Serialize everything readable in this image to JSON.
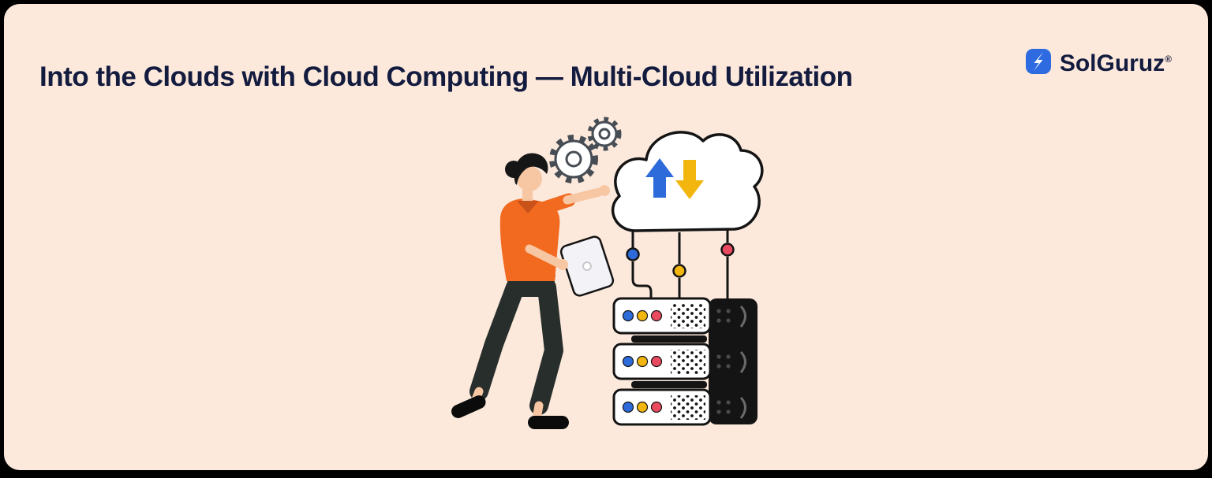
{
  "header": {
    "title": "Into the Clouds with Cloud Computing — Multi-Cloud Utilization"
  },
  "logo": {
    "brand": "SolGuruz",
    "registered": "®"
  },
  "colors": {
    "frame": "#000000",
    "card_background": "#FCE9DC",
    "title_text": "#131B3E",
    "brand_blue": "#2E6BE0",
    "blue": "#2D6BDB",
    "yellow": "#F2B60E",
    "red": "#E94A5F",
    "orange": "#F26A1F",
    "collar_orange": "#C9511A",
    "skin": "#F7C6A3",
    "hair": "#161616",
    "pants": "#272E2C",
    "outline": "#141414"
  },
  "illustration": {
    "icons": [
      "gear-icon",
      "gear-icon-small",
      "cloud-icon",
      "upload-arrow-icon",
      "download-arrow-icon",
      "connector-dot-blue",
      "connector-dot-yellow",
      "connector-dot-red",
      "server-rack",
      "server-led",
      "tablet-icon",
      "person-with-tablet"
    ]
  }
}
